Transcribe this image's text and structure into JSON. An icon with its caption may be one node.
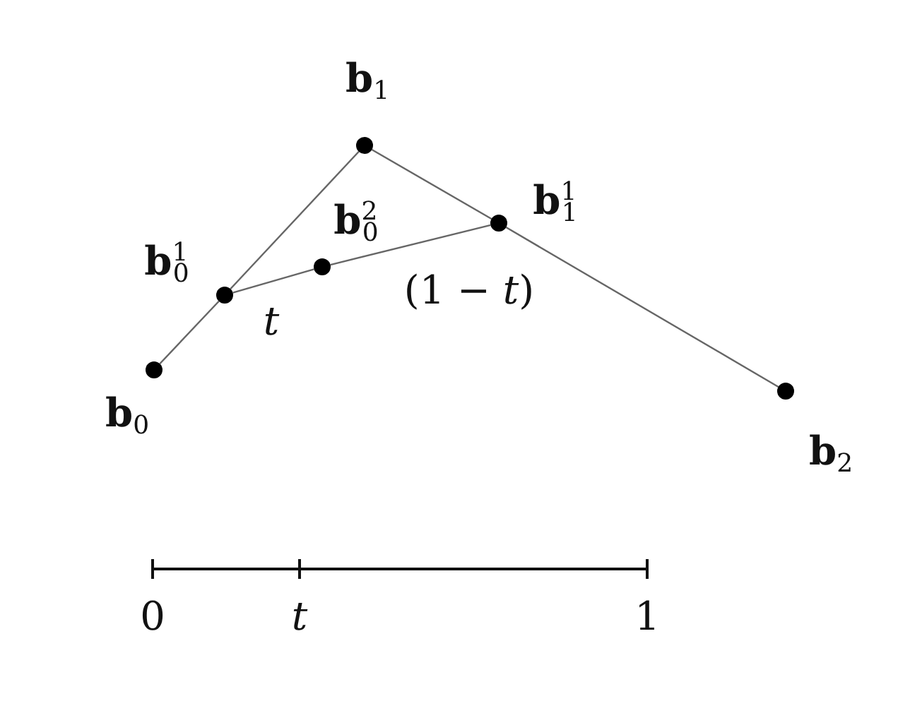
{
  "diagram": {
    "nodes": [
      {
        "text": [],
        "shape": "circle",
        "beside": [
          "**b**$_{0}$"
        ]
      },
      {
        "text": [],
        "shape": "circle",
        "beside": [
          "**b**$_{1}$"
        ]
      },
      {
        "text": [],
        "shape": "circle",
        "beside": [
          "**b**$_{2}$"
        ]
      },
      {
        "text": [],
        "shape": "circle",
        "beside": [
          "**b**$^{1}$$_{0}$"
        ]
      },
      {
        "text": [],
        "shape": "circle",
        "beside": [
          "**b**$^{1}$$_{1}$"
        ]
      },
      {
        "text": [],
        "shape": "circle",
        "beside": [
          "**b**$^{2}$$_{0}$"
        ]
      }
    ],
    "edges": [
      {
        "from": 0,
        "to": 3,
        "arrow": "none"
      },
      {
        "from": 3,
        "to": 1,
        "arrow": "none"
      },
      {
        "from": 1,
        "to": 4,
        "arrow": "none"
      },
      {
        "from": 4,
        "to": 2,
        "arrow": "none"
      },
      {
        "from": 3,
        "to": 5,
        "arrow": "none",
        "label": "*t*"
      },
      {
        "from": 5,
        "to": 4,
        "arrow": "none",
        "label": "(1 − *t*)"
      }
    ],
    "labels": [
      "0",
      "*t*",
      "1"
    ]
  }
}
